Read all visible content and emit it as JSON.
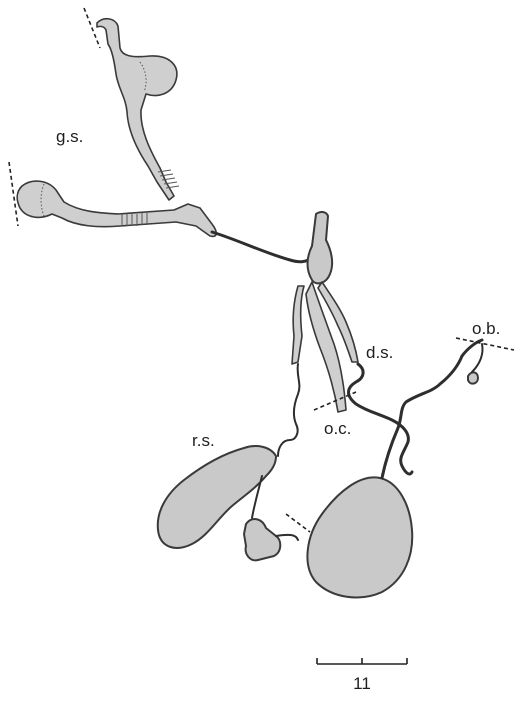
{
  "labels": {
    "gs": "g.s.",
    "ds": "d.s.",
    "ob": "o.b.",
    "oc": "o.c.",
    "rs": "r.s."
  },
  "scale_bar": {
    "value": "11"
  }
}
